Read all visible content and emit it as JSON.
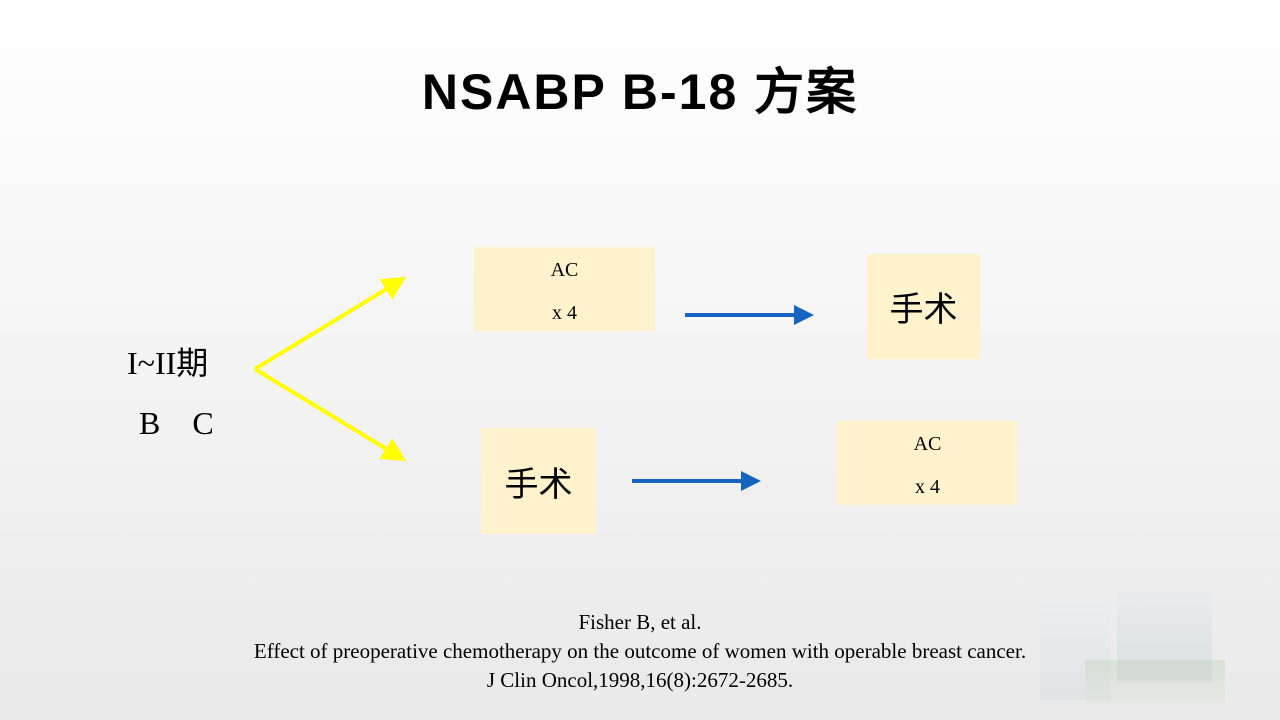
{
  "title": "NSABP B-18 方案",
  "left": {
    "stage": "I~II期",
    "sub": "B  C"
  },
  "top_arm": {
    "regimen_line1": "AC",
    "regimen_line2": "x 4",
    "next": "手术"
  },
  "bottom_arm": {
    "first": "手术",
    "regimen_line1": "AC",
    "regimen_line2": "x 4"
  },
  "reference": {
    "authors": "Fisher B, et al.",
    "article": "Effect of preoperative chemotherapy on the outcome of women with operable breast cancer.",
    "journal": "J Clin Oncol,1998,16(8):2672-2685."
  },
  "colors": {
    "box": "#fff2cc",
    "yellow_arrow": "#ffff00",
    "blue_arrow": "#1565c0"
  }
}
